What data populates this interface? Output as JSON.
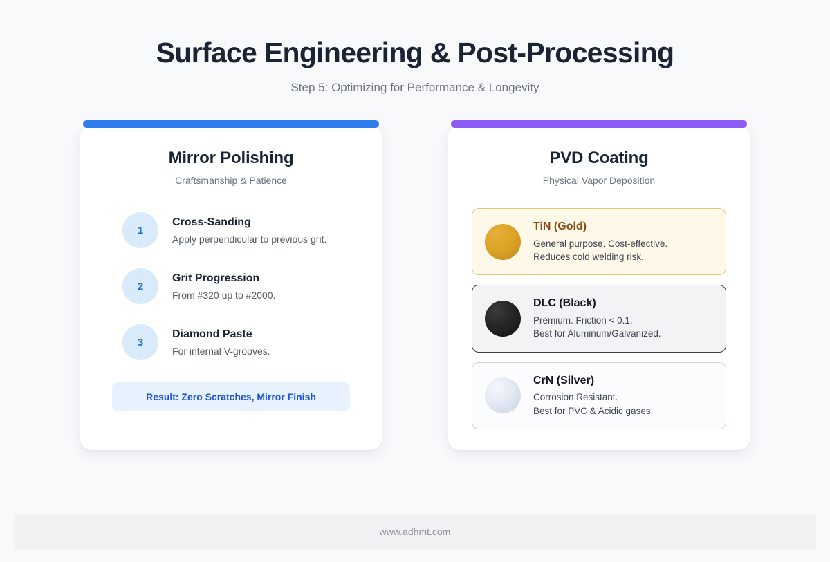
{
  "header": {
    "title": "Surface Engineering & Post-Processing",
    "subtitle": "Step 5: Optimizing for Performance & Longevity"
  },
  "colors": {
    "page_background": "#f8f9fb",
    "accent_blue": "#2f7ced",
    "accent_purple": "#8b5cf6",
    "title_navy": "#1b2434",
    "muted_gray": "#6b7280",
    "result_text_blue": "#1c54d4",
    "result_bg_blue": "#e8f1fe",
    "badge_bg": "#d9eafb",
    "badge_text": "#1f6fd0",
    "tin_gold": "#dca526",
    "tin_title": "#8a4b15",
    "tin_bg": "#fdf8e7",
    "tin_border": "#e3c673",
    "dlc_black": "#262626",
    "dlc_bg": "#f1f3f5",
    "dlc_border": "#3b4049",
    "crn_silver": "#e3e9f3",
    "crn_bg": "#fbfcfd",
    "crn_border": "#ccd4e0",
    "footer_bg": "#f1f2f4"
  },
  "left_card": {
    "accent_color": "#2f7ced",
    "title": "Mirror Polishing",
    "subtitle": "Craftsmanship & Patience",
    "steps": [
      {
        "number": "1",
        "title": "Cross-Sanding",
        "desc": "Apply perpendicular to previous grit."
      },
      {
        "number": "2",
        "title": "Grit Progression",
        "desc": "From #320 up to #2000."
      },
      {
        "number": "3",
        "title": "Diamond Paste",
        "desc": "For internal V-grooves."
      }
    ],
    "result": "Result: Zero Scratches, Mirror Finish"
  },
  "right_card": {
    "accent_color": "#8b5cf6",
    "title": "PVD Coating",
    "subtitle": "Physical Vapor Deposition",
    "coatings": [
      {
        "name": "TiN (Gold)",
        "dot_icon": "gold-sphere-icon",
        "desc_line1": "General purpose. Cost-effective.",
        "desc_line2": "Reduces cold welding risk."
      },
      {
        "name": "DLC (Black)",
        "dot_icon": "black-sphere-icon",
        "desc_line1": "Premium. Friction < 0.1.",
        "desc_line2": "Best for Aluminum/Galvanized."
      },
      {
        "name": "CrN (Silver)",
        "dot_icon": "silver-sphere-icon",
        "desc_line1": "Corrosion Resistant.",
        "desc_line2": "Best for PVC & Acidic gases."
      }
    ]
  },
  "footer": {
    "url": "www.adhmt.com"
  }
}
